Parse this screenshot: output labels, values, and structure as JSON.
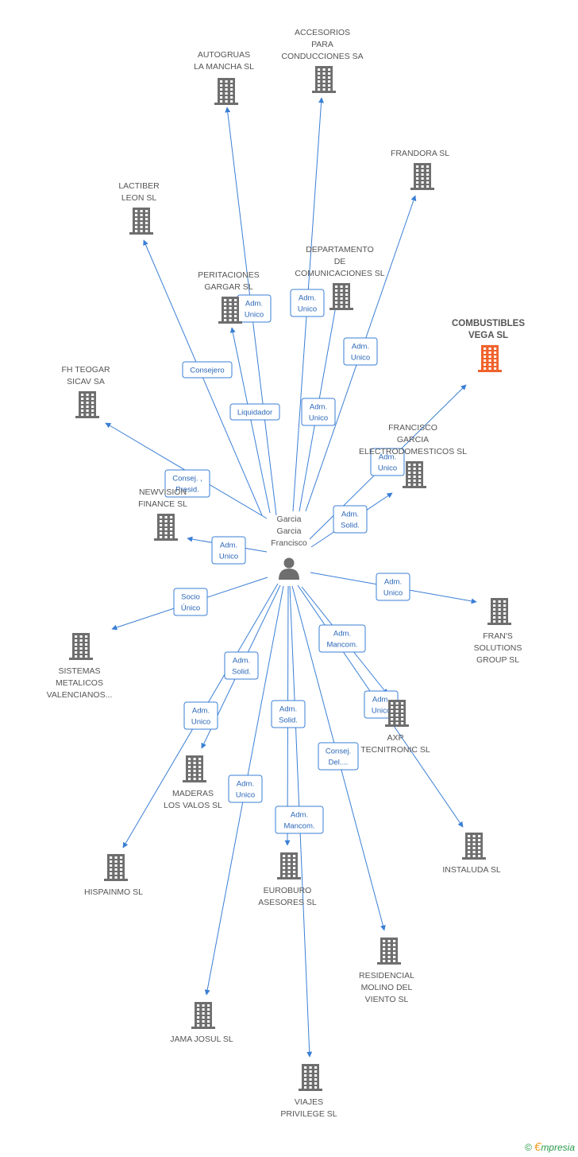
{
  "center": {
    "lines": [
      "Garcia",
      "Garcia",
      "Francisco"
    ]
  },
  "colors": {
    "edge": "#3a7fd5",
    "building": "#6e6e6e",
    "highlight": "#f0622c"
  },
  "nodes": [
    {
      "id": "autogruas",
      "lines": [
        "AUTOGRUAS",
        "LA MANCHA SL"
      ]
    },
    {
      "id": "accesorios",
      "lines": [
        "ACCESORIOS",
        "PARA",
        "CONDUCCIONES SA"
      ]
    },
    {
      "id": "frandora",
      "lines": [
        "FRANDORA SL"
      ]
    },
    {
      "id": "lactiber",
      "lines": [
        "LACTIBER",
        "LEON SL"
      ]
    },
    {
      "id": "peritaciones",
      "lines": [
        "PERITACIONES",
        "GARGAR SL"
      ]
    },
    {
      "id": "departamento",
      "lines": [
        "DEPARTAMENTO",
        "DE",
        "COMUNICACIONES SL"
      ]
    },
    {
      "id": "combustibles",
      "lines": [
        "COMBUSTIBLES",
        "VEGA SL"
      ],
      "highlight": true
    },
    {
      "id": "fhteogar",
      "lines": [
        "FH TEOGAR",
        "SICAV SA"
      ]
    },
    {
      "id": "francisco",
      "lines": [
        "FRANCISCO",
        "GARCIA",
        "ELECTRODOMESTICOS SL"
      ]
    },
    {
      "id": "newvision",
      "lines": [
        "NEWVISION",
        "FINANCE SL"
      ]
    },
    {
      "id": "frans",
      "lines": [
        "FRAN'S",
        "SOLUTIONS",
        "GROUP SL"
      ]
    },
    {
      "id": "sistemas",
      "lines": [
        "SISTEMAS",
        "METALICOS",
        "VALENCIANOS..."
      ]
    },
    {
      "id": "axp",
      "lines": [
        "AXP",
        "TECNITRONIC SL"
      ]
    },
    {
      "id": "maderas",
      "lines": [
        "MADERAS",
        "LOS VALOS SL"
      ]
    },
    {
      "id": "instaluda",
      "lines": [
        "INSTALUDA SL"
      ]
    },
    {
      "id": "hispainmo",
      "lines": [
        "HISPAINMO  SL"
      ]
    },
    {
      "id": "eurobur",
      "lines": [
        "EUROBURO",
        "ASESORES SL"
      ]
    },
    {
      "id": "residencial",
      "lines": [
        "RESIDENCIAL",
        "MOLINO DEL",
        "VIENTO SL"
      ]
    },
    {
      "id": "jama",
      "lines": [
        "JAMA JOSUL SL"
      ]
    },
    {
      "id": "viajes",
      "lines": [
        "VIAJES",
        "PRIVILEGE SL"
      ]
    }
  ],
  "edges": [
    {
      "target": "autogruas",
      "role": [
        "Liquidador"
      ]
    },
    {
      "target": "accesorios",
      "role": [
        "Adm.",
        "Unico"
      ]
    },
    {
      "target": "frandora",
      "role": [
        "Adm.",
        "Unico"
      ]
    },
    {
      "target": "lactiber",
      "role": [
        "Consejero"
      ]
    },
    {
      "target": "peritaciones",
      "role": [
        "Adm.",
        "Unico"
      ]
    },
    {
      "target": "departamento",
      "role": [
        "Adm.",
        "Unico"
      ]
    },
    {
      "target": "combustibles",
      "role": [
        "Adm.",
        "Unico"
      ]
    },
    {
      "target": "fhteogar",
      "role": [
        "Consej. ,",
        "Presid."
      ]
    },
    {
      "target": "francisco",
      "role": [
        "Adm.",
        "Solid."
      ]
    },
    {
      "target": "newvision",
      "role": [
        "Adm.",
        "Unico"
      ]
    },
    {
      "target": "frans",
      "role": [
        "Adm.",
        "Unico"
      ]
    },
    {
      "target": "sistemas",
      "role": [
        "Socio",
        "Único"
      ]
    },
    {
      "target": "axp",
      "role": [
        "Adm.",
        "Mancom."
      ]
    },
    {
      "target": "maderas",
      "role": [
        "Adm.",
        "Solid."
      ]
    },
    {
      "target": "instaluda",
      "role": [
        "Adm.",
        "Unico"
      ]
    },
    {
      "target": "hispainmo",
      "role": [
        "Adm.",
        "Unico"
      ]
    },
    {
      "target": "eurobur",
      "role": [
        "Adm.",
        "Solid."
      ]
    },
    {
      "target": "residencial",
      "role": [
        "Consej.",
        "Del...."
      ]
    },
    {
      "target": "jama",
      "role": [
        "Adm.",
        "Unico"
      ]
    },
    {
      "target": "viajes",
      "role": [
        "Adm.",
        "Mancom."
      ]
    }
  ],
  "footer": {
    "copyright": "©",
    "brand_initial": "€",
    "brand_rest": "mpresia"
  }
}
